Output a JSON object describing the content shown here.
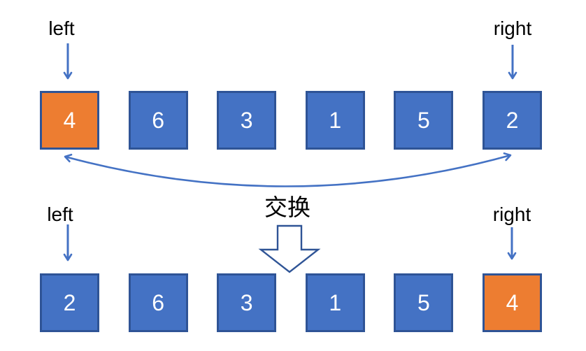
{
  "colors": {
    "box_blue": "#4472C4",
    "box_orange": "#ED7D31",
    "box_border": "#2F5496",
    "arrow_blue": "#4472C4",
    "hollow_stroke": "#2F5496",
    "label_text": "#000000",
    "number_text": "#FFFFFF"
  },
  "labels": {
    "top_left": "left",
    "top_right": "right",
    "bottom_left": "left",
    "bottom_right": "right",
    "swap": "交换"
  },
  "rows": {
    "top": {
      "values": [
        "4",
        "6",
        "3",
        "1",
        "5",
        "2"
      ],
      "highlight_index": 0
    },
    "bottom": {
      "values": [
        "2",
        "6",
        "3",
        "1",
        "5",
        "4"
      ],
      "highlight_index": 5
    }
  },
  "icons": {
    "pointer_arrow": "down-arrow-open-head",
    "swap_curve": "curved-double-headed-arrow",
    "swap_block_arrow": "hollow-down-block-arrow"
  }
}
